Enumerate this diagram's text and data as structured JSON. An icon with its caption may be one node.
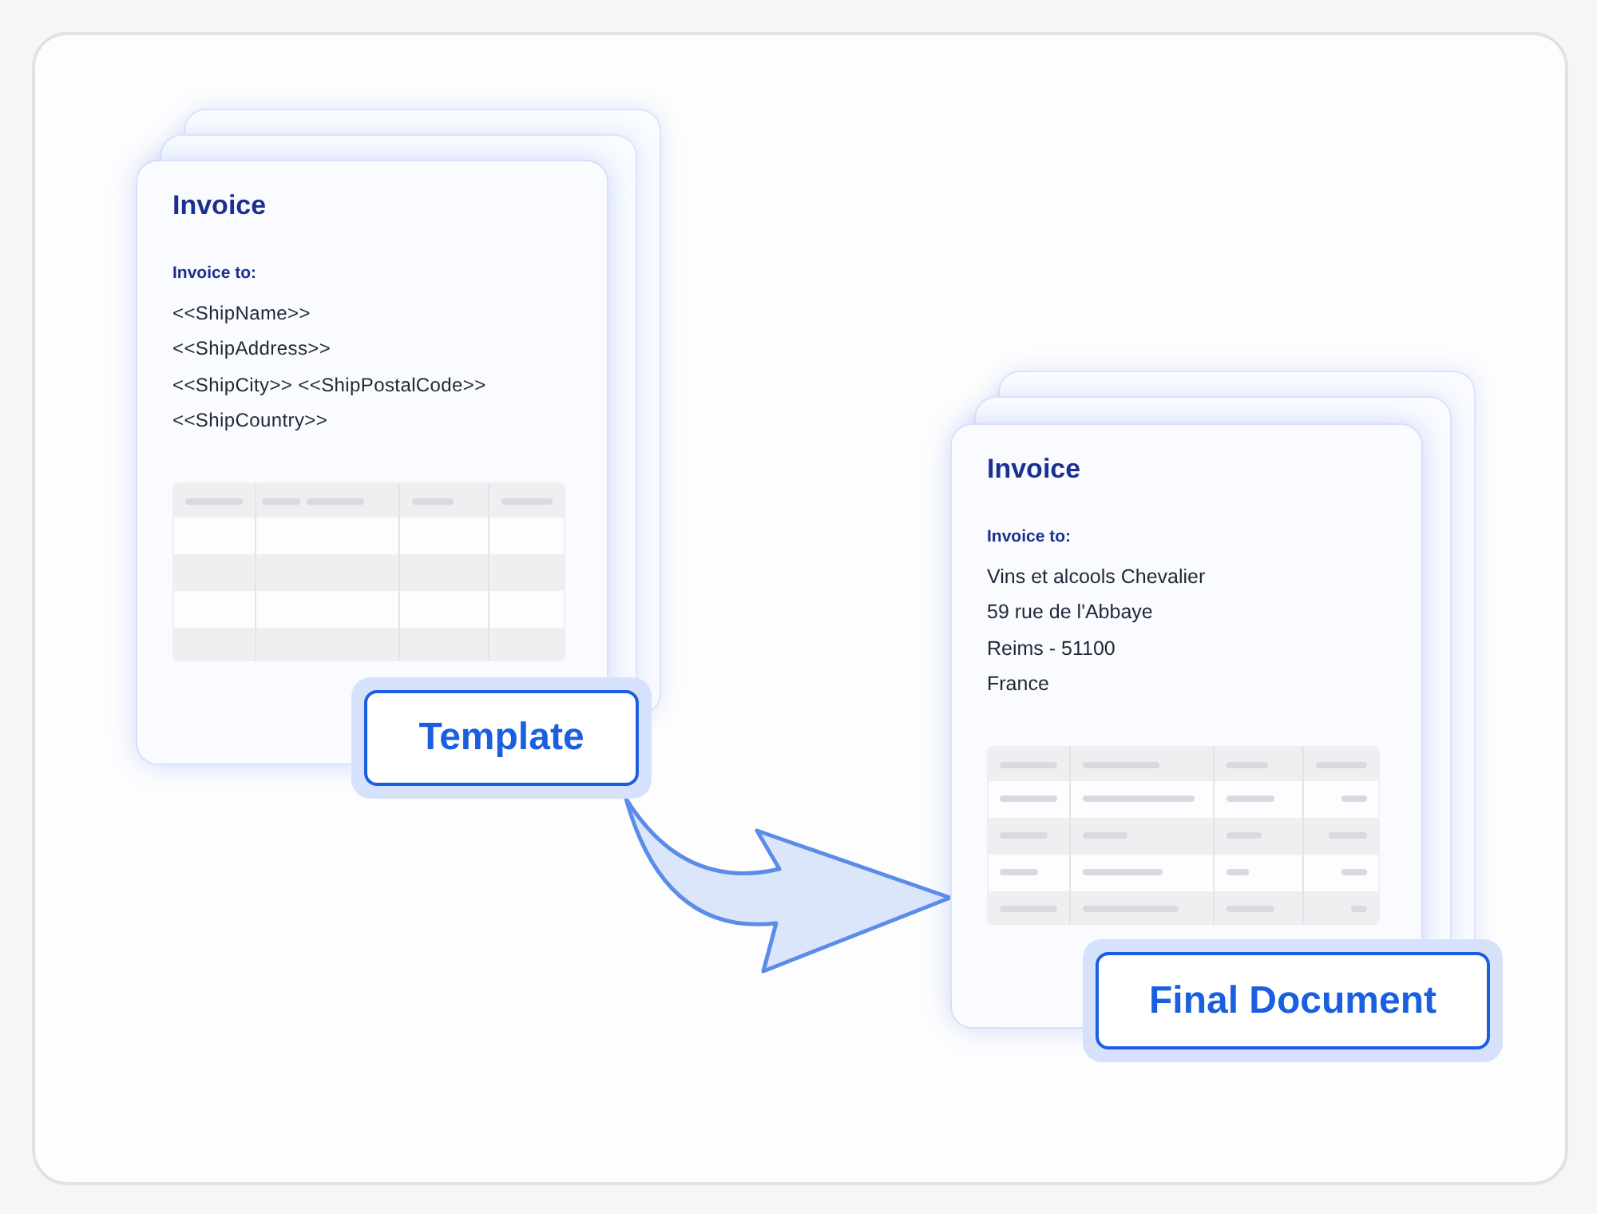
{
  "diagram": {
    "nodes": [
      {
        "text": [
          "Invoice",
          "Invoice to:",
          "<<ShipName>>",
          "<<ShipAddress>>",
          "<<ShipCity>> <<ShipPostalCode>>",
          "<<ShipCountry>>"
        ]
      },
      {
        "text": [
          "Template"
        ]
      },
      {
        "text": [
          "Invoice",
          "Invoice to:",
          "Vins et alcools Chevalier",
          "59 rue de l'Abbaye",
          "Reims - 51100",
          "France"
        ]
      },
      {
        "text": [
          "Final Document"
        ]
      }
    ],
    "edges": [
      {
        "from": 1,
        "to": 2,
        "arrow": "to"
      }
    ]
  }
}
